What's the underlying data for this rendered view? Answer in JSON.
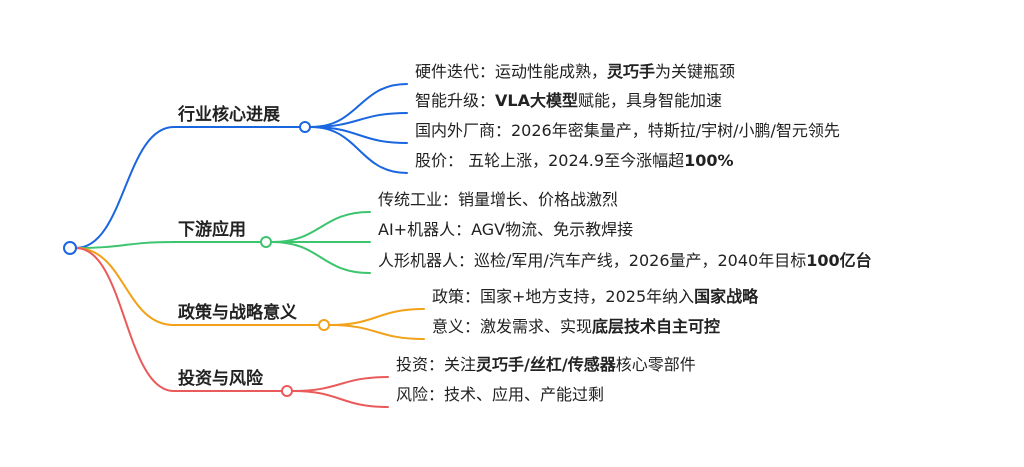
{
  "colors": {
    "blue": "#1a66e0",
    "green": "#3cc46e",
    "orange": "#f2a118",
    "red": "#eb5a5a",
    "text": "#222222"
  },
  "branches": [
    {
      "label": "行业核心进展",
      "color": "blue",
      "leaves": [
        [
          {
            "t": "硬件迭代：运动性能成熟，"
          },
          {
            "t": "灵巧手",
            "b": true
          },
          {
            "t": "为关键瓶颈"
          }
        ],
        [
          {
            "t": "智能升级："
          },
          {
            "t": "VLA大模型",
            "b": true
          },
          {
            "t": "赋能，具身智能加速"
          }
        ],
        [
          {
            "t": "国内外厂商：2026年密集量产，特斯拉/宇树/小鹏/智元领先"
          }
        ],
        [
          {
            "t": "股价： 五轮上涨，2024.9至今涨幅超"
          },
          {
            "t": "100%",
            "b": true
          }
        ]
      ]
    },
    {
      "label": "下游应用",
      "color": "green",
      "leaves": [
        [
          {
            "t": "传统工业：销量增长、价格战激烈"
          }
        ],
        [
          {
            "t": "AI+机器人：AGV物流、免示教焊接"
          }
        ],
        [
          {
            "t": "人形机器人：巡检/军用/汽车产线，2026量产，2040年目标"
          },
          {
            "t": "100亿台",
            "b": true
          }
        ]
      ]
    },
    {
      "label": "政策与战略意义",
      "color": "orange",
      "leaves": [
        [
          {
            "t": "政策：国家+地方支持，2025年纳入"
          },
          {
            "t": "国家战略",
            "b": true
          }
        ],
        [
          {
            "t": "意义：激发需求、实现"
          },
          {
            "t": "底层技术自主可控",
            "b": true
          }
        ]
      ]
    },
    {
      "label": "投资与风险",
      "color": "red",
      "leaves": [
        [
          {
            "t": "投资：关注"
          },
          {
            "t": "灵巧手/丝杠/传感器",
            "b": true
          },
          {
            "t": "核心零部件"
          }
        ],
        [
          {
            "t": "风险：技术、应用、产能过剩"
          }
        ]
      ]
    }
  ]
}
